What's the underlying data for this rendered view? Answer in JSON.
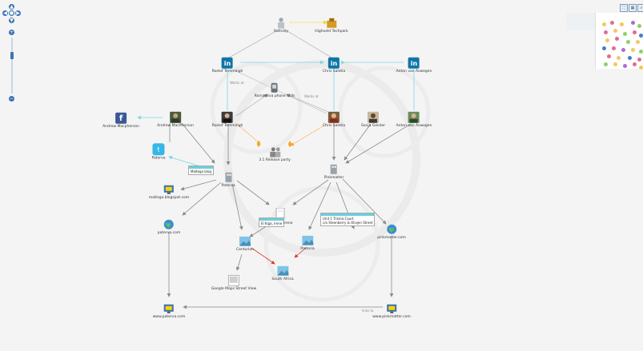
{
  "toolbar_icons": [
    "fit-view-icon",
    "grid-view-icon",
    "zoom-tool-icon"
  ],
  "nodes": {
    "ramsey": {
      "label": "Ramsey"
    },
    "highveld": {
      "label": "Highveld Techpark"
    },
    "li_roelof": {
      "label": "Roelof Temmingh"
    },
    "li_chris": {
      "label": "Chris Saletia"
    },
    "li_anton": {
      "label": "Anton van Aswegen"
    },
    "phone": {
      "label": "Romanova phone calls"
    },
    "fb_andrew": {
      "label": "Andrew Macpherson"
    },
    "andrew_av": {
      "label": "Andrew MacPherson"
    },
    "roelof_av": {
      "label": "Roelof Temmingh"
    },
    "chris_av": {
      "label": "Chris Saletia"
    },
    "sonja_av": {
      "label": "Sonja Geister"
    },
    "anton_av": {
      "label": "Anton van Aswegen"
    },
    "party": {
      "label": "3.1 Release party"
    },
    "twitter": {
      "label": "Paterva"
    },
    "maltego_site": {
      "label": "maltego.blogspot.com"
    },
    "paterva": {
      "label": "Paterva"
    },
    "pinkmatter_org": {
      "label": "Pinkmatter"
    },
    "paterva_com": {
      "label": "paterva.com"
    },
    "pinkmatter_com": {
      "label": "pinkmatter.com"
    },
    "centurion": {
      "label": "Centurion"
    },
    "pretoria": {
      "label": "Pretoria"
    },
    "south_africa": {
      "label": "South Africa"
    },
    "streetview": {
      "label": "Google Maps Street View"
    },
    "www_paterva": {
      "label": "www.paterva.com"
    },
    "www_pinkmatter": {
      "label": "www.pinkmatter.com"
    }
  },
  "edge_labels": {
    "roelof_works": "Works at",
    "chris_works": "Works at",
    "links_to": "links to"
  },
  "callouts": {
    "maltego_blog": "Maltego blog",
    "el_kiga_line1": "El Kiga, Irene",
    "el_kiga_suffix": "Irene",
    "address_line1": "Unit 1 Trisma Court",
    "address_line2": "c/o Steenberry & Olivjen Street"
  },
  "minimap": {
    "dots": [
      {
        "c": "#f6c75a"
      },
      {
        "c": "#e36c8c"
      },
      {
        "c": "#f6c75a"
      },
      {
        "c": "#b06ad0"
      },
      {
        "c": "#8fd06a"
      },
      {
        "c": "#e36c8c"
      },
      {
        "c": "#f6c75a"
      },
      {
        "c": "#8fd06a"
      },
      {
        "c": "#e36c8c"
      },
      {
        "c": "#4c7ac9"
      },
      {
        "c": "#f6c75a"
      },
      {
        "c": "#e36c8c"
      },
      {
        "c": "#8fd06a"
      },
      {
        "c": "#f6c75a"
      },
      {
        "c": "#4c7ac9"
      },
      {
        "c": "#e36c8c"
      },
      {
        "c": "#b06ad0"
      },
      {
        "c": "#f6c75a"
      },
      {
        "c": "#8fd06a"
      },
      {
        "c": "#e36c8c"
      },
      {
        "c": "#f6c75a"
      },
      {
        "c": "#4c7ac9"
      },
      {
        "c": "#e36c8c"
      },
      {
        "c": "#8fd06a"
      },
      {
        "c": "#f6c75a"
      },
      {
        "c": "#b06ad0"
      },
      {
        "c": "#e36c8c"
      },
      {
        "c": "#f6c75a"
      }
    ]
  },
  "colors": {
    "accent": "#3b73b4",
    "linkedin": "#0e76a8",
    "facebook": "#3b5998",
    "twitter": "#35b7e8",
    "edge_gray": "#8a8a8a",
    "edge_cyan": "#7ed6e4",
    "edge_red": "#e23a2a",
    "edge_orange": "#f5a623",
    "edge_yellow": "#f2d600"
  }
}
